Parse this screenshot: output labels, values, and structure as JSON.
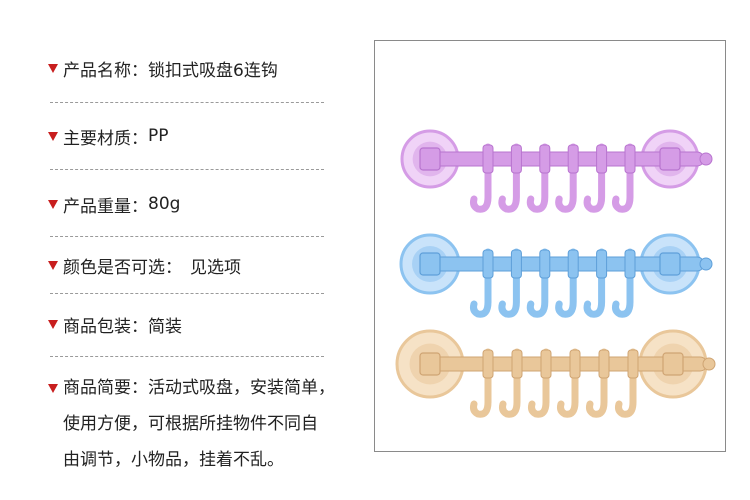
{
  "specs": [
    {
      "label": "产品名称：",
      "value": "锁扣式吸盘6连钩"
    },
    {
      "label": "主要材质：",
      "value": "PP"
    },
    {
      "label": "产品重量：",
      "value": "80g"
    },
    {
      "label": "颜色是否可选：",
      "value": "见选项"
    },
    {
      "label": "商品包装：",
      "value": "简装"
    }
  ],
  "brief": {
    "label": "商品简要：",
    "lines": [
      "活动式吸盘，安装简单，",
      "使用方便，可根据所挂物件不同自",
      "由调节，小物品，挂着不乱。"
    ]
  },
  "product_image": {
    "hooks_per_rail": 6,
    "variants": [
      {
        "name": "purple",
        "color": "#d59ce6",
        "dark": "#b874cf",
        "light": "#f0d3f7"
      },
      {
        "name": "blue",
        "color": "#8cc3f0",
        "dark": "#5e9fd9",
        "light": "#c9e3fa"
      },
      {
        "name": "beige",
        "color": "#e9c79a",
        "dark": "#cfa473",
        "light": "#f6e2c6"
      }
    ]
  },
  "colors": {
    "arrow": "#c81e1e",
    "divider": "#9a9a9a",
    "text": "#222222"
  }
}
